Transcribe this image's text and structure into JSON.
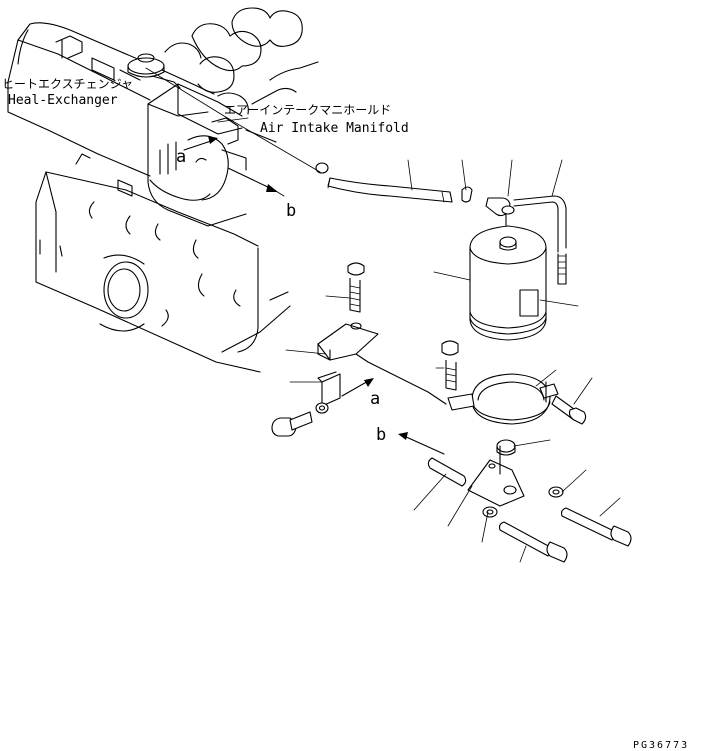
{
  "labels": {
    "heat_exchanger_jp": "ヒートエクスチェンジャ",
    "heat_exchanger_en": "Heal-Exchanger",
    "manifold_jp": "エアーインテークマニホールド",
    "manifold_en": "Air Intake Manifold",
    "ref_a": "a",
    "ref_b": "b",
    "drawing_code": "PG36773"
  }
}
